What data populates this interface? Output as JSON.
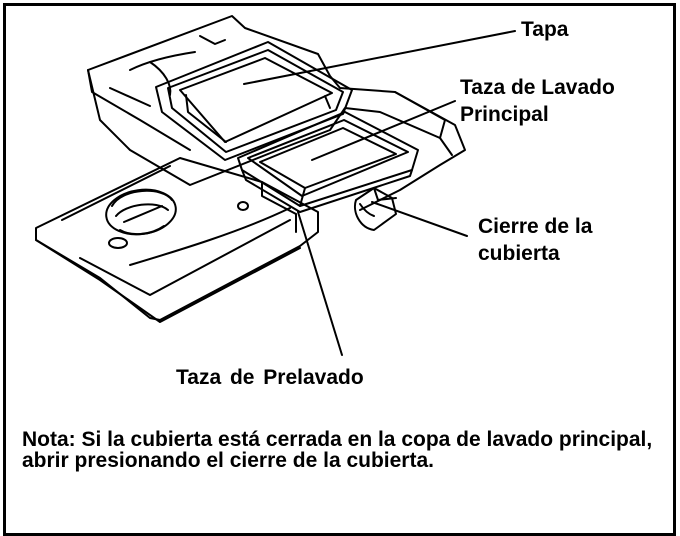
{
  "figure": {
    "labels": {
      "tapa": "Tapa",
      "taza_lavado_line1": "Taza de Lavado",
      "taza_lavado_line2": "Principal",
      "cierre_line1": "Cierre de la",
      "cierre_line2": "cubierta",
      "taza_prelavado": "Taza de Prelavado"
    },
    "note": "Nota: Si la cubierta está cerrada en la copa de lavado principal, abrir presionando el cierre de la cubierta."
  }
}
